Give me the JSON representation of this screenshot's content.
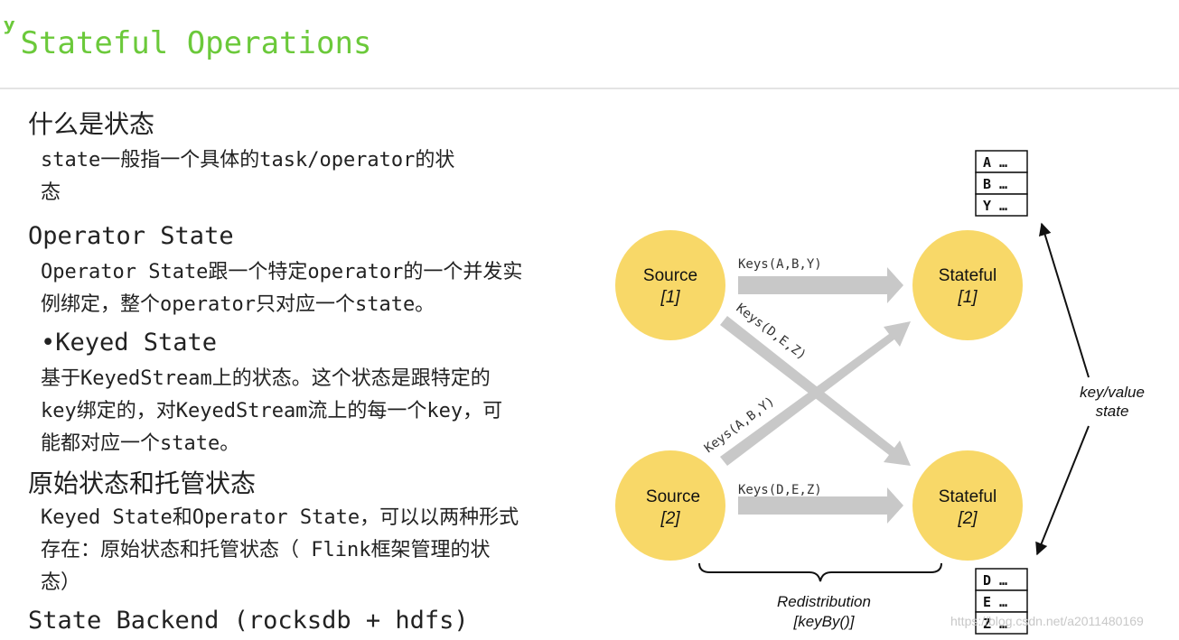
{
  "header": {
    "mark": "ʸ",
    "title": "Stateful Operations"
  },
  "content": {
    "what_is_state": {
      "heading": "什么是状态",
      "lines": [
        "state一般指一个具体的task/operator的状",
        "态"
      ]
    },
    "operator_state": {
      "heading": "Operator State",
      "lines": [
        "Operator State跟一个特定operator的一个并发实",
        "例绑定，整个operator只对应一个state。"
      ]
    },
    "keyed_state": {
      "heading": "•Keyed State",
      "lines": [
        "基于KeyedStream上的状态。这个状态是跟特定的",
        "key绑定的，对KeyedStream流上的每一个key，可",
        "能都对应一个state。"
      ]
    },
    "raw_managed": {
      "heading": "原始状态和托管状态",
      "lines": [
        "Keyed State和Operator State，可以以两种形式",
        "存在：原始状态和托管状态（ Flink框架管理的状",
        "态）"
      ]
    },
    "backend": {
      "heading": "State Backend (rocksdb + hdfs)"
    }
  },
  "diagram": {
    "nodes": [
      {
        "title": "Source",
        "sub": "[1]"
      },
      {
        "title": "Source",
        "sub": "[2]"
      },
      {
        "title": "Stateful",
        "sub": "[1]"
      },
      {
        "title": "Stateful",
        "sub": "[2]"
      }
    ],
    "edges": [
      {
        "label": "Keys(A,B,Y)"
      },
      {
        "label": "Keys(D,E,Z)"
      },
      {
        "label": "Keys(A,B,Y)"
      },
      {
        "label": "Keys(D,E,Z)"
      }
    ],
    "state_top": [
      "A …",
      "B …",
      "Y …"
    ],
    "state_bottom": [
      "D …",
      "E …",
      "Z …"
    ],
    "kv_label": [
      "key/value",
      "state"
    ],
    "redistribution_label": [
      "Redistribution",
      "[keyBy()]"
    ],
    "colors": {
      "node_fill": "#f8d868",
      "arrow": "#c8c8c8",
      "title": "#6bc93a"
    }
  },
  "watermark": "https://blog.csdn.net/a2011480169"
}
